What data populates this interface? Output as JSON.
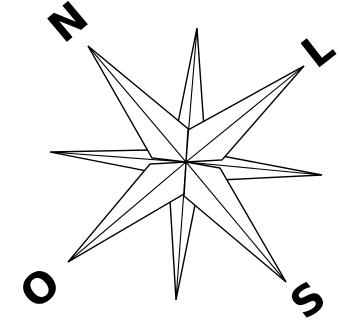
{
  "compass": {
    "labels": {
      "north": "N",
      "east": "L",
      "south": "S",
      "west": "O"
    }
  }
}
